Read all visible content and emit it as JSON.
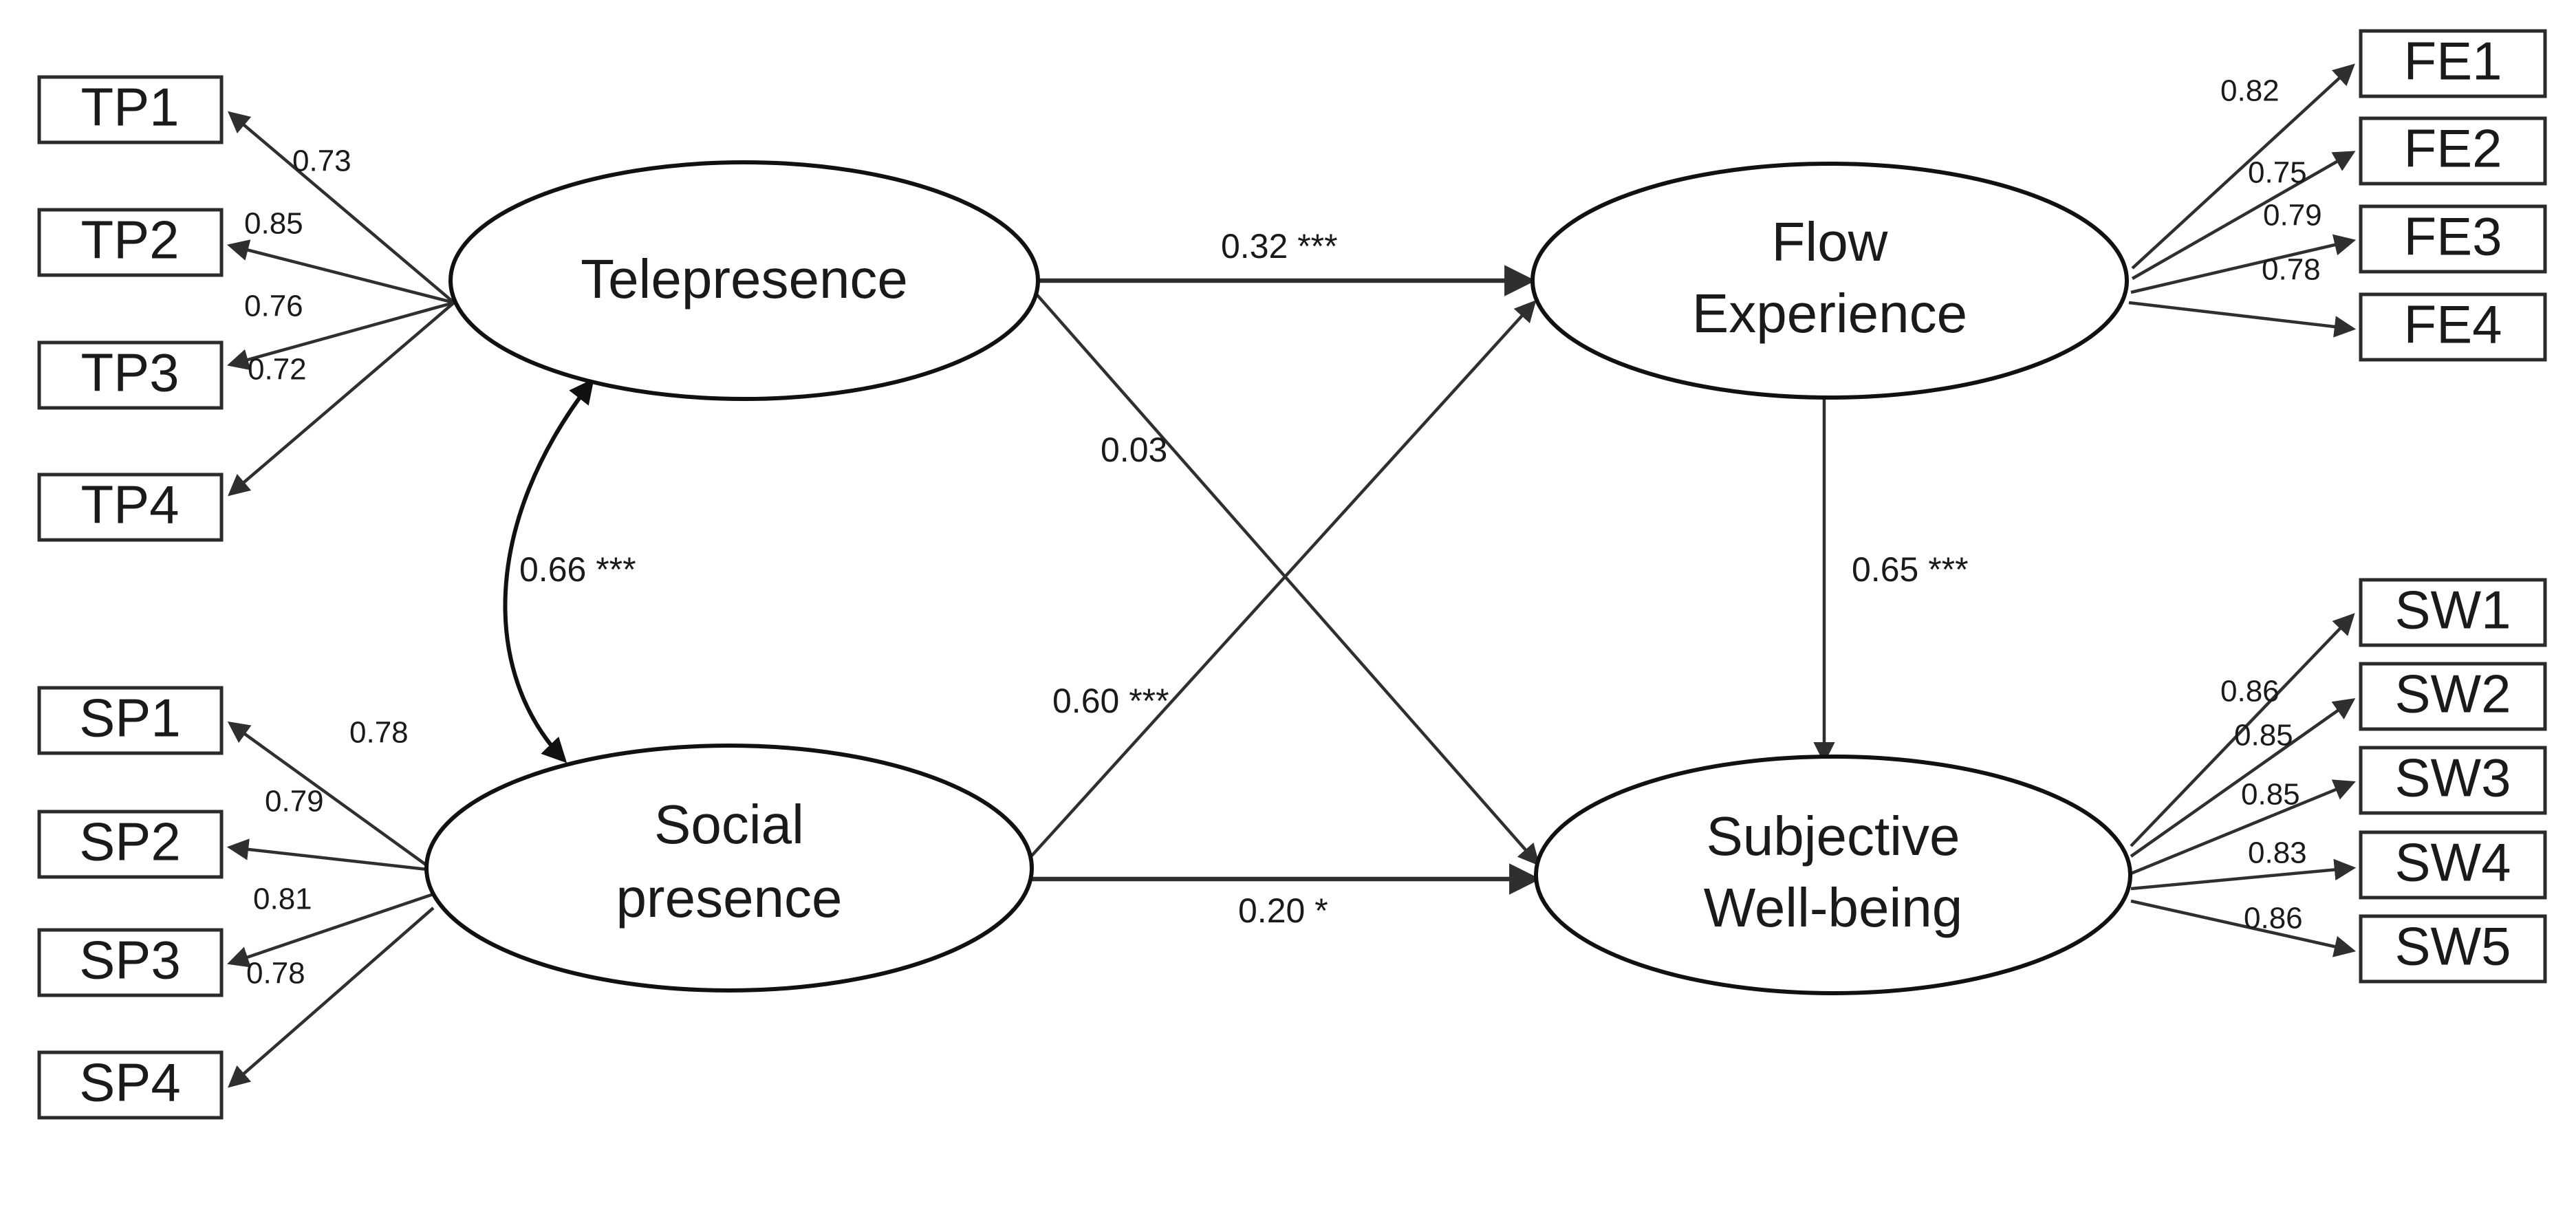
{
  "diagram": {
    "title": "Structural Equation Model Path Diagram",
    "type": "sem-path-diagram",
    "background_color": "#ffffff",
    "line_color": "#2f2f2f",
    "text_color": "#1a1a1a"
  },
  "latent_variables": [
    {
      "id": "telepresence",
      "label_line1": "Telepresence",
      "label_line2": ""
    },
    {
      "id": "social_presence",
      "label_line1": "Social",
      "label_line2": "presence"
    },
    {
      "id": "flow_experience",
      "label_line1": "Flow",
      "label_line2": "Experience"
    },
    {
      "id": "subjective_wellbeing",
      "label_line1": "Subjective",
      "label_line2": "Well-being"
    }
  ],
  "indicators": {
    "telepresence": [
      {
        "name": "TP1",
        "loading": "0.73"
      },
      {
        "name": "TP2",
        "loading": "0.85"
      },
      {
        "name": "TP3",
        "loading": "0.76"
      },
      {
        "name": "TP4",
        "loading": "0.72"
      }
    ],
    "social_presence": [
      {
        "name": "SP1",
        "loading": "0.78"
      },
      {
        "name": "SP2",
        "loading": "0.79"
      },
      {
        "name": "SP3",
        "loading": "0.81"
      },
      {
        "name": "SP4",
        "loading": "0.78"
      }
    ],
    "flow_experience": [
      {
        "name": "FE1",
        "loading": "0.82"
      },
      {
        "name": "FE2",
        "loading": "0.75"
      },
      {
        "name": "FE3",
        "loading": "0.79"
      },
      {
        "name": "FE4",
        "loading": "0.78"
      }
    ],
    "subjective_wellbeing": [
      {
        "name": "SW1",
        "loading": "0.86"
      },
      {
        "name": "SW2",
        "loading": "0.85"
      },
      {
        "name": "SW3",
        "loading": "0.85"
      },
      {
        "name": "SW4",
        "loading": "0.83"
      },
      {
        "name": "SW5",
        "loading": "0.86"
      }
    ]
  },
  "structural_paths": [
    {
      "id": "tp-to-fe",
      "from": "telepresence",
      "to": "flow_experience",
      "label": "0.32 ***",
      "coefficient": "0.32",
      "significance": "***"
    },
    {
      "id": "tp-to-swb",
      "from": "telepresence",
      "to": "subjective_wellbeing",
      "label": "0.03",
      "coefficient": "0.03",
      "significance": ""
    },
    {
      "id": "sp-to-fe",
      "from": "social_presence",
      "to": "flow_experience",
      "label": "0.60 ***",
      "coefficient": "0.60",
      "significance": "***"
    },
    {
      "id": "sp-to-swb",
      "from": "social_presence",
      "to": "subjective_wellbeing",
      "label": "0.20 *",
      "coefficient": "0.20",
      "significance": "*"
    },
    {
      "id": "fe-to-swb",
      "from": "flow_experience",
      "to": "subjective_wellbeing",
      "label": "0.65 ***",
      "coefficient": "0.65",
      "significance": "***"
    }
  ],
  "covariances": [
    {
      "id": "tp-sp-covariance",
      "between": [
        "telepresence",
        "social_presence"
      ],
      "label": "0.66 ***",
      "coefficient": "0.66",
      "significance": "***"
    }
  ],
  "chart_data": {
    "type": "diagram",
    "title": "Structural Equation Model",
    "measurement_model": [
      {
        "latent": "Telepresence",
        "indicator": "TP1",
        "loading": 0.73
      },
      {
        "latent": "Telepresence",
        "indicator": "TP2",
        "loading": 0.85
      },
      {
        "latent": "Telepresence",
        "indicator": "TP3",
        "loading": 0.76
      },
      {
        "latent": "Telepresence",
        "indicator": "TP4",
        "loading": 0.72
      },
      {
        "latent": "Social presence",
        "indicator": "SP1",
        "loading": 0.78
      },
      {
        "latent": "Social presence",
        "indicator": "SP2",
        "loading": 0.79
      },
      {
        "latent": "Social presence",
        "indicator": "SP3",
        "loading": 0.81
      },
      {
        "latent": "Social presence",
        "indicator": "SP4",
        "loading": 0.78
      },
      {
        "latent": "Flow Experience",
        "indicator": "FE1",
        "loading": 0.82
      },
      {
        "latent": "Flow Experience",
        "indicator": "FE2",
        "loading": 0.75
      },
      {
        "latent": "Flow Experience",
        "indicator": "FE3",
        "loading": 0.79
      },
      {
        "latent": "Flow Experience",
        "indicator": "FE4",
        "loading": 0.78
      },
      {
        "latent": "Subjective Well-being",
        "indicator": "SW1",
        "loading": 0.86
      },
      {
        "latent": "Subjective Well-being",
        "indicator": "SW2",
        "loading": 0.85
      },
      {
        "latent": "Subjective Well-being",
        "indicator": "SW3",
        "loading": 0.85
      },
      {
        "latent": "Subjective Well-being",
        "indicator": "SW4",
        "loading": 0.83
      },
      {
        "latent": "Subjective Well-being",
        "indicator": "SW5",
        "loading": 0.86
      }
    ],
    "structural_model": [
      {
        "from": "Telepresence",
        "to": "Flow Experience",
        "estimate": 0.32,
        "significance": "***"
      },
      {
        "from": "Telepresence",
        "to": "Subjective Well-being",
        "estimate": 0.03,
        "significance": ""
      },
      {
        "from": "Social presence",
        "to": "Flow Experience",
        "estimate": 0.6,
        "significance": "***"
      },
      {
        "from": "Social presence",
        "to": "Subjective Well-being",
        "estimate": 0.2,
        "significance": "*"
      },
      {
        "from": "Flow Experience",
        "to": "Subjective Well-being",
        "estimate": 0.65,
        "significance": "***"
      },
      {
        "from": "Telepresence",
        "to": "Social presence",
        "estimate": 0.66,
        "significance": "***",
        "relation": "covariance"
      }
    ]
  }
}
